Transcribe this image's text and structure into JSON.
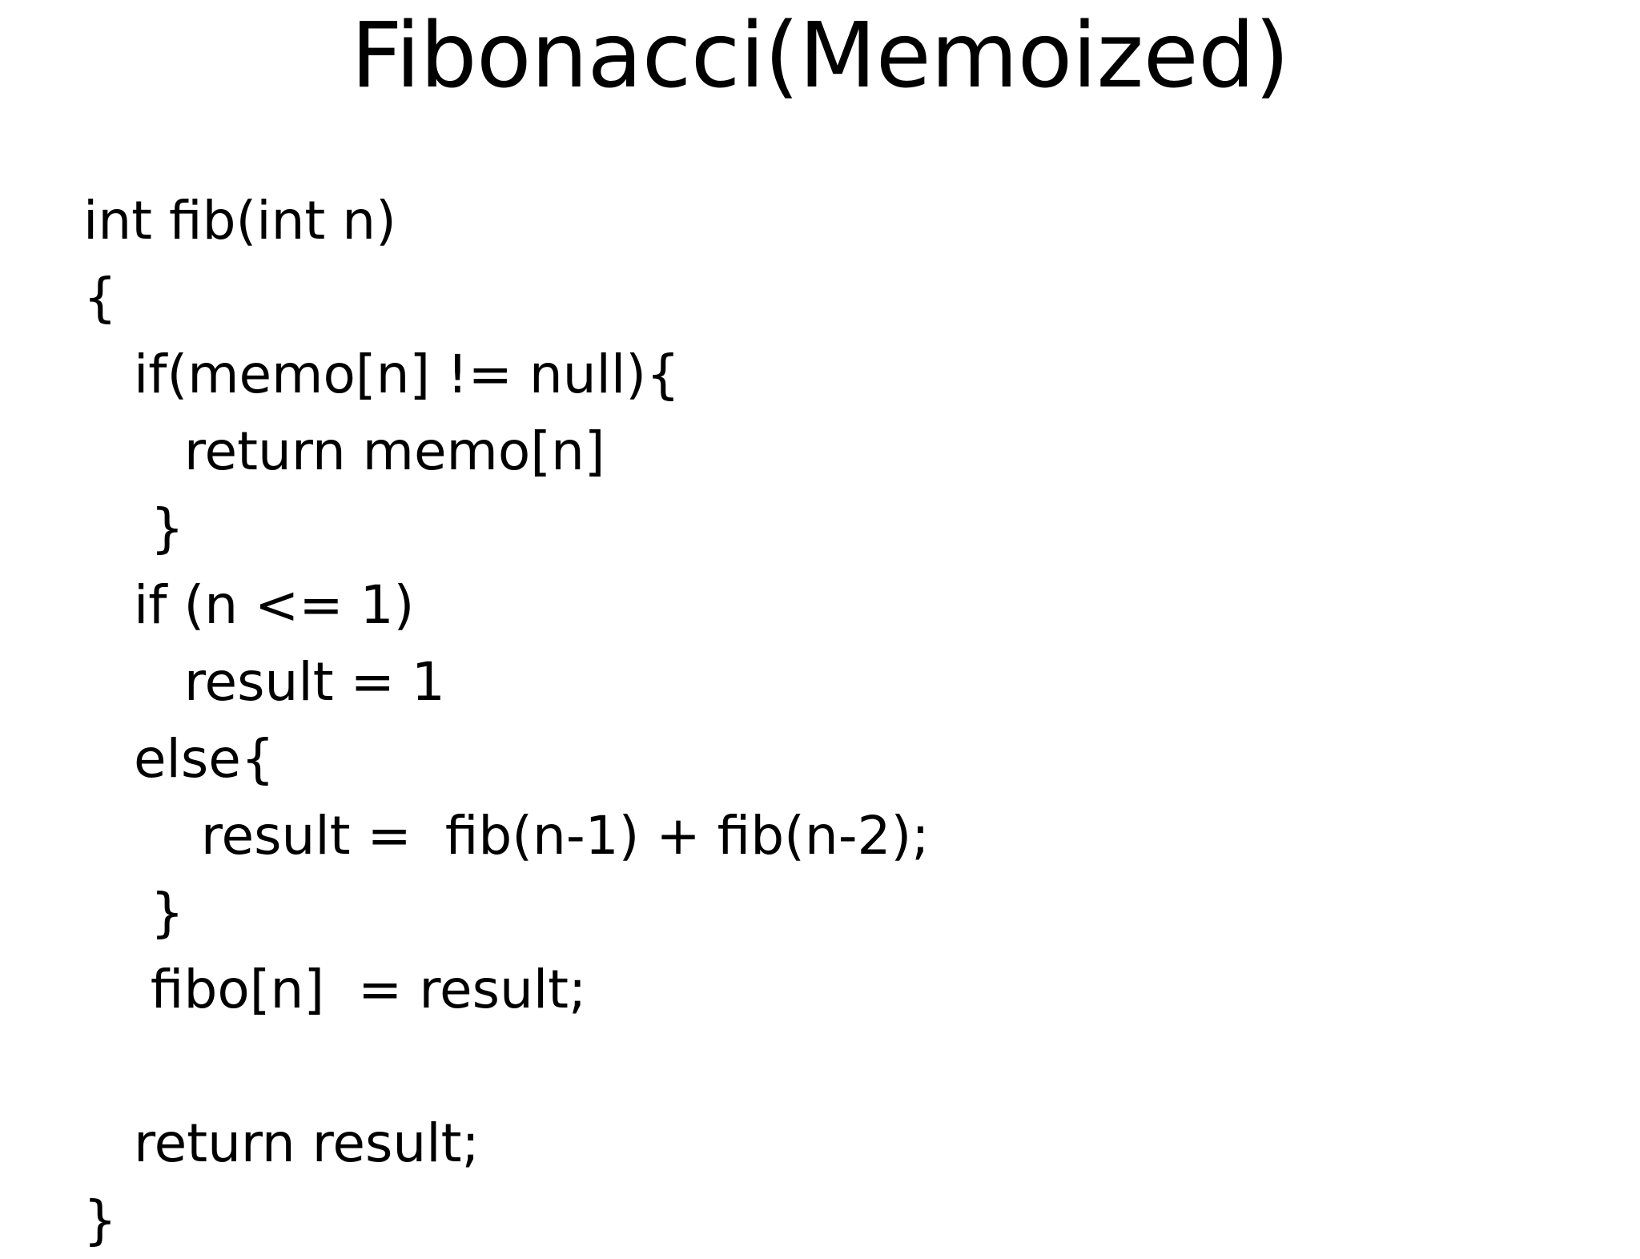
{
  "slide": {
    "title": "Fibonacci(Memoized)",
    "background_color": "#ffffff",
    "text_color": "#000000",
    "code_lines": [
      {
        "text": "int fib(int n)"
      },
      {
        "text": "{"
      },
      {
        "text": "   if(memo[n] != null){"
      },
      {
        "text": "      return memo[n]"
      },
      {
        "text": "    }"
      },
      {
        "text": "   if (n <= 1)"
      },
      {
        "text": "      result = 1"
      },
      {
        "text": "   else{"
      },
      {
        "text": "       result =  fib(n-1) + fib(n-2);"
      },
      {
        "text": "    }"
      },
      {
        "text": "    fibo[n]  = result;"
      },
      {
        "text": ""
      },
      {
        "text": "   return result;"
      },
      {
        "text": "}"
      }
    ]
  }
}
